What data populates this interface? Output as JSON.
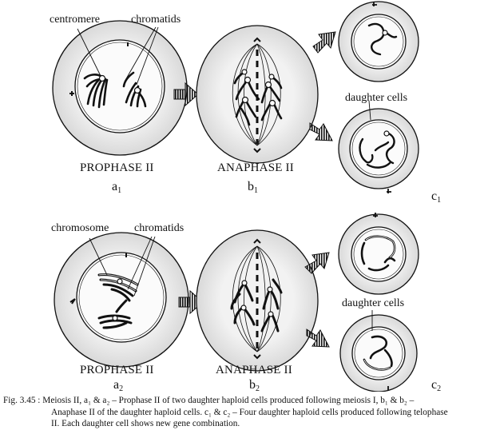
{
  "labels": {
    "centromere": "centromere",
    "chromatids_top": "chromatids",
    "chromosome": "chromosome",
    "chromatids_bottom": "chromatids",
    "daughter_cells_top": "daughter cells",
    "daughter_cells_bottom": "daughter cells"
  },
  "stages": {
    "prophase_top": "PROPHASE II",
    "anaphase_top": "ANAPHASE II",
    "prophase_bottom": "PROPHASE  II",
    "anaphase_bottom": "ANAPHASE II"
  },
  "sublabels": {
    "a1": {
      "letter": "a",
      "index": "1"
    },
    "b1": {
      "letter": "b",
      "index": "1"
    },
    "c1": {
      "letter": "c",
      "index": "1"
    },
    "a2": {
      "letter": "a",
      "index": "2"
    },
    "b2": {
      "letter": "b",
      "index": "2"
    },
    "c2": {
      "letter": "c",
      "index": "2"
    }
  },
  "caption": {
    "line1": "Fig. 3.45 : Meiosis II, a₁ & a₂ – Prophase II of two daughter haploid cells produced following meiosis I,  b₁ & b₂ –",
    "line2": "Anaphase II of the daughter haploid cells. c₁ & c₂ – Four daughter haploid cells produced following telophase",
    "line3": "II. Each daughter cell shows new gene combination."
  },
  "icons": [
    "striped-arrow-icon"
  ]
}
